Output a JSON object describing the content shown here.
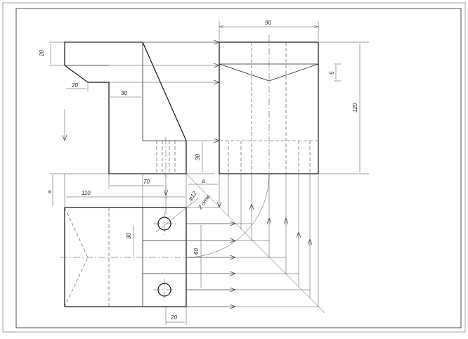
{
  "drawing": {
    "dimensions": {
      "top_width": "90",
      "front_top_thickness": "20",
      "front_chamfer_width": "20",
      "front_slot_width": "30",
      "side_height": "120",
      "side_v_depth": "5",
      "side_hole_depth": "30",
      "constant_a_side": "a",
      "constant_a_top": "a",
      "plan_offset_110": "110",
      "plan_offset_70": "70",
      "hole_diameter": "φ12",
      "hole_count": "2 отв.",
      "plan_slot_30": "30",
      "plan_60": "60",
      "plan_bottom_20": "20"
    }
  }
}
